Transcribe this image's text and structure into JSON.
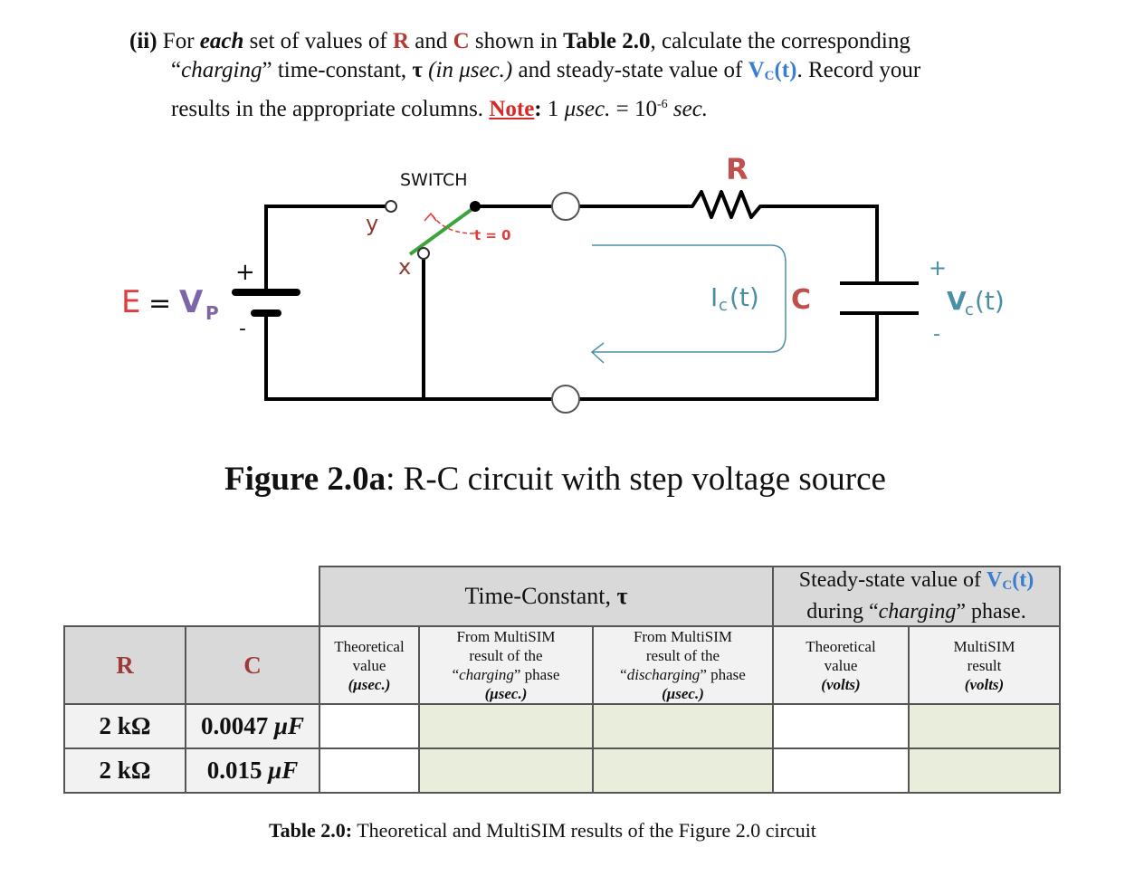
{
  "instruction": {
    "label": "(ii)",
    "text_for": "For",
    "text_each": "each",
    "text_mid1": "set of values of",
    "R": "R",
    "and": "and",
    "C": "C",
    "text_mid2": "shown in",
    "table_ref": "Table 2.0",
    "text_mid3": ", calculate the corresponding",
    "quote_open": "“",
    "charging": "charging",
    "quote_close": "”",
    "text_mid4": "time-constant,",
    "tau": "τ",
    "in_usec": "(in μsec.)",
    "text_mid5": "and steady-state value of",
    "vc_V": "V",
    "vc_sub": "C",
    "vc_t": "(t)",
    "text_mid6": ".  Record your",
    "text_line3": "results in the appropriate columns.",
    "note_label": "Note",
    "note_colon": ":",
    "note_text": "1",
    "note_usec": "μsec.",
    "note_eq": "= 10",
    "note_exp": "-6",
    "note_sec": "sec."
  },
  "circuit": {
    "source_E": "E",
    "source_eq": "=",
    "source_V": "V",
    "source_sub": "P",
    "batt_plus": "+",
    "batt_minus": "-",
    "switch_label": "SWITCH",
    "terminal_y": "y",
    "terminal_x": "x",
    "switch_time": "t = 0",
    "resistor_label": "R",
    "capacitor_label": "C",
    "current_I": "I",
    "current_sub": "c",
    "current_t": "(t)",
    "vc_plus": "+",
    "vc_minus": "-",
    "vc_V": "V",
    "vc_sub": "c",
    "vc_t": "(t)",
    "colors": {
      "wire": "#000000",
      "switch_arm": "#3aa33a",
      "red": "#e33b3b",
      "purple": "#7d66a8",
      "component_label": "#c0504d",
      "terminal_label": "#8b3a34",
      "current": "#4b8fa5"
    }
  },
  "figure_caption": {
    "bold": "Figure 2.0a",
    "rest": ": R-C circuit with step voltage source"
  },
  "table": {
    "group1_title": "Time-Constant,",
    "group1_tau": "τ",
    "group2_line1": "Steady-state value of",
    "group2_V": "V",
    "group2_sub": "C",
    "group2_t": "(t)",
    "group2_line2a": "during “",
    "group2_line2b": "charging",
    "group2_line2c": "” phase.",
    "col_R": "R",
    "col_C": "C",
    "sub_cols": [
      {
        "l1": "Theoretical",
        "l2": "value",
        "l3": "(μsec.)"
      },
      {
        "l1": "From MultiSIM",
        "l2": "result of the",
        "l3a": "“",
        "l3i": "charging",
        "l3b": "” phase",
        "l4": "(μsec.)"
      },
      {
        "l1": "From MultiSIM",
        "l2": "result of the",
        "l3a": "“",
        "l3i": "discharging",
        "l3b": "” phase",
        "l4": "(μsec.)"
      },
      {
        "l1": "Theoretical",
        "l2": "value",
        "l3": "(volts)"
      },
      {
        "l1": "MultiSIM",
        "l2": "result",
        "l3": "(volts)"
      }
    ],
    "rows": [
      {
        "R": "2 kΩ",
        "C_num": "0.0047",
        "C_unit": "μF",
        "cells": [
          "",
          "",
          "",
          "",
          ""
        ]
      },
      {
        "R": "2 kΩ",
        "C_num": "0.015",
        "C_unit": "μF",
        "cells": [
          "",
          "",
          "",
          "",
          ""
        ]
      }
    ]
  },
  "table_caption": {
    "bold": "Table 2.0:",
    "rest": " Theoretical and MultiSIM results of the Figure 2.0 circuit"
  }
}
